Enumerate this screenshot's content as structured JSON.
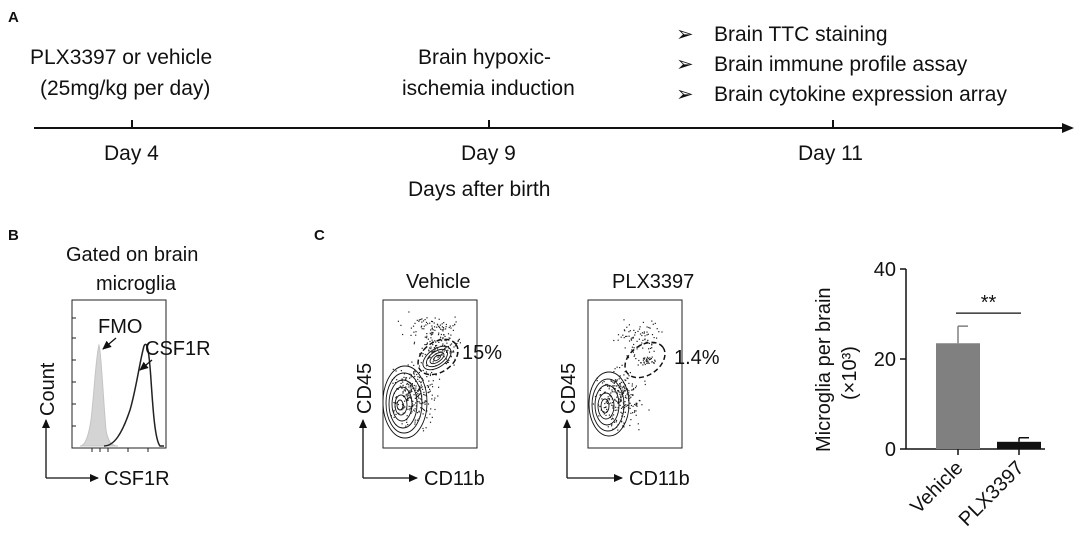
{
  "panel_a": {
    "label": "A",
    "left_text_line1": "PLX3397 or vehicle",
    "left_text_line2": "(25mg/kg per day)",
    "middle_text_line1": "Brain hypoxic-",
    "middle_text_line2": "ischemia induction",
    "bullets": [
      "Brain TTC staining",
      "Brain immune profile assay",
      "Brain cytokine expression array"
    ],
    "bullet_symbol": "➢",
    "days": [
      "Day 4",
      "Day 9",
      "Day 11"
    ],
    "axis_label": "Days after birth"
  },
  "panel_b": {
    "label": "B",
    "title_line1": "Gated on brain",
    "title_line2": "microglia",
    "fmo_label": "FMO",
    "csf1r_label": "CSF1R",
    "y_axis": "Count",
    "x_axis": "CSF1R",
    "colors": {
      "fmo_fill": "#d4d4d4",
      "line": "#222222"
    }
  },
  "panel_c": {
    "label": "C",
    "plots": [
      {
        "title": "Vehicle",
        "percent": "15%",
        "y_axis": "CD45",
        "x_axis": "CD11b"
      },
      {
        "title": "PLX3397",
        "percent": "1.4%",
        "y_axis": "CD45",
        "x_axis": "CD11b"
      }
    ]
  },
  "chart_data": {
    "type": "bar",
    "categories": [
      "Vehicle",
      "PLX3397"
    ],
    "values": [
      23.5,
      1.6
    ],
    "errors": [
      3.8,
      0.9
    ],
    "colors": [
      "#808080",
      "#111111"
    ],
    "ylabel": "Microglia per brain",
    "ylabel_unit": "(×10³)",
    "ylim": [
      0,
      40
    ],
    "yticks": [
      "0",
      "20",
      "40"
    ],
    "significance": "**"
  }
}
